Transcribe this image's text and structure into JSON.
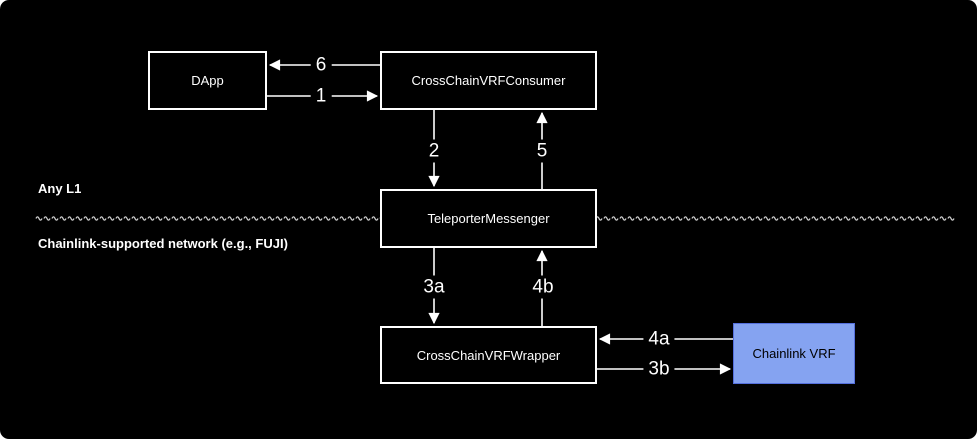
{
  "diagram": {
    "zones": {
      "top": "Any L1",
      "bottom": "Chainlink-supported network (e.g., FUJI)"
    },
    "nodes": {
      "dapp": {
        "label": "DApp"
      },
      "consumer": {
        "label": "CrossChainVRFConsumer"
      },
      "messenger": {
        "label": "TeleporterMessenger"
      },
      "wrapper": {
        "label": "CrossChainVRFWrapper"
      },
      "chainlink": {
        "label": "Chainlink VRF"
      }
    },
    "edges": {
      "consumer_to_dapp": {
        "label": "6",
        "from": "CrossChainVRFConsumer",
        "to": "DApp"
      },
      "dapp_to_consumer": {
        "label": "1",
        "from": "DApp",
        "to": "CrossChainVRFConsumer"
      },
      "consumer_to_messenger": {
        "label": "2",
        "from": "CrossChainVRFConsumer",
        "to": "TeleporterMessenger"
      },
      "messenger_to_consumer": {
        "label": "5",
        "from": "TeleporterMessenger",
        "to": "CrossChainVRFConsumer"
      },
      "messenger_to_wrapper": {
        "label": "3a",
        "from": "TeleporterMessenger",
        "to": "CrossChainVRFWrapper"
      },
      "wrapper_to_messenger": {
        "label": "4b",
        "from": "CrossChainVRFWrapper",
        "to": "TeleporterMessenger"
      },
      "chainlink_to_wrapper": {
        "label": "4a",
        "from": "Chainlink VRF",
        "to": "CrossChainVRFWrapper"
      },
      "wrapper_to_chainlink": {
        "label": "3b",
        "from": "CrossChainVRFWrapper",
        "to": "Chainlink VRF"
      }
    },
    "colors": {
      "background": "#000000",
      "node_fill": "#000000",
      "node_border": "#ffffff",
      "text": "#ffffff",
      "chainlink_fill": "#85A3F1",
      "chainlink_border": "#5570DD",
      "chainlink_text": "#000000",
      "divider": "#cccccc"
    }
  }
}
